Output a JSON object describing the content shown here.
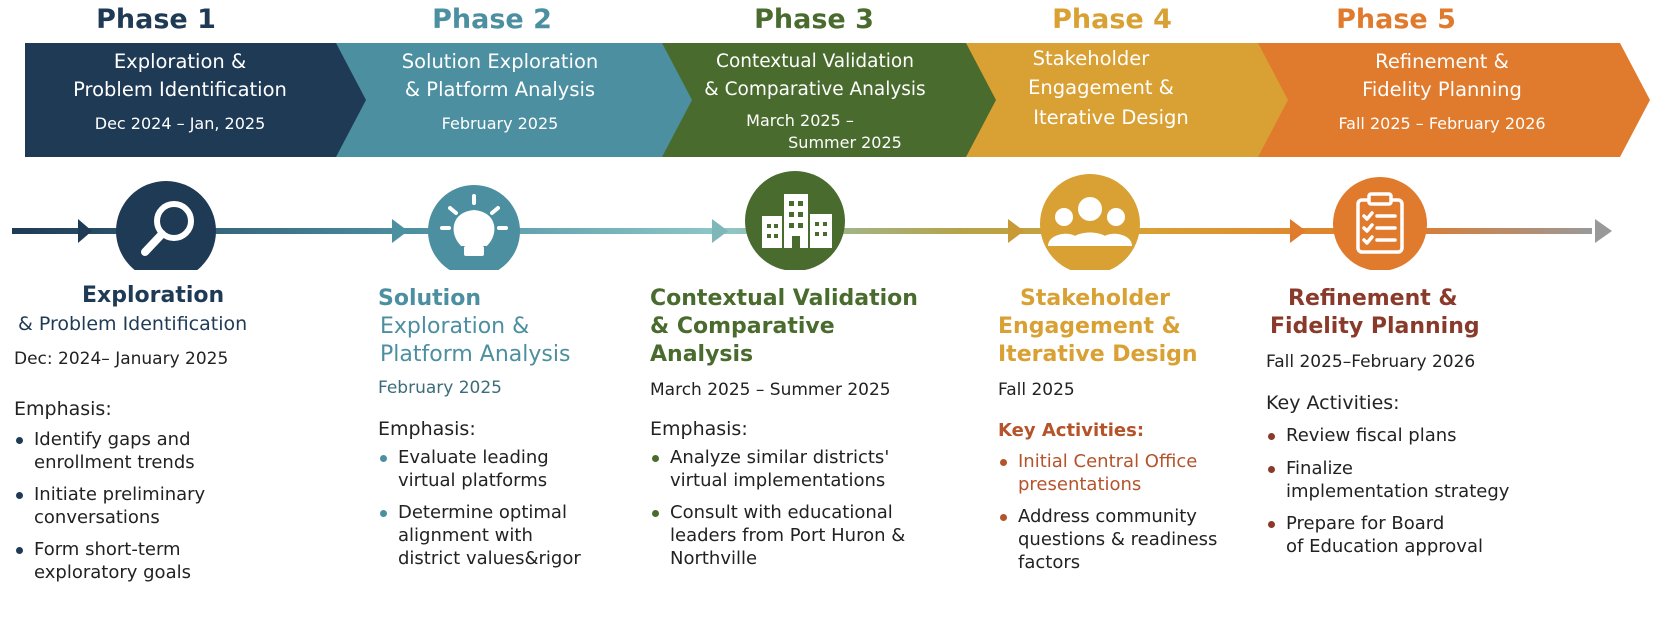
{
  "colors": {
    "phase1": "#1f3a55",
    "phase2": "#4c8fa0",
    "phase3": "#4a6b2e",
    "phase4": "#d9a033",
    "phase5": "#e07a2c"
  },
  "phases": [
    {
      "label": "Phase 1",
      "banner_title_lines": [
        "Exploration &",
        "Problem Identification"
      ],
      "banner_date_lines": [
        "Dec 2024 – Jan, 2025"
      ],
      "icon": "magnifier-icon",
      "title_lines": [
        "Exploration",
        "& Problem Identification"
      ],
      "date": "Dec: 2024– January 2025",
      "heading": "Emphasis:",
      "items": [
        [
          "Identify gaps and",
          "enrollment trends"
        ],
        [
          "Initiate preliminary",
          "conversations"
        ],
        [
          "Form short-term",
          "exploratory goals"
        ]
      ]
    },
    {
      "label": "Phase 2",
      "banner_title_lines": [
        "Solution Exploration",
        "& Platform Analysis"
      ],
      "banner_date_lines": [
        "February 2025"
      ],
      "icon": "lightbulb-icon",
      "title_lines": [
        "Solution",
        "Exploration &",
        "Platform Analysis"
      ],
      "date": "February 2025",
      "heading": "Emphasis:",
      "items": [
        [
          "Evaluate leading",
          "virtual platforms"
        ],
        [
          "Determine optimal",
          "alignment with",
          "district values&rigor"
        ]
      ]
    },
    {
      "label": "Phase 3",
      "banner_title_lines": [
        "Contextual Validation",
        "& Comparative Analysis"
      ],
      "banner_date_lines": [
        "March 2025 –",
        "Summer 2025"
      ],
      "icon": "buildings-icon",
      "title_lines": [
        "Contextual Validation",
        "& Comparative",
        "Analysis"
      ],
      "date": "March 2025 – Summer 2025",
      "heading": "Emphasis:",
      "items": [
        [
          "Analyze similar districts'",
          "virtual implementations"
        ],
        [
          "Consult with educational",
          "leaders from Port Huron &",
          "Northville"
        ]
      ]
    },
    {
      "label": "Phase 4",
      "banner_title_lines": [
        "Stakeholder",
        "Engagement &",
        "Iterative Design"
      ],
      "banner_date_lines": [],
      "icon": "people-icon",
      "title_lines": [
        "Stakeholder",
        "Engagement &",
        "Iterative Design"
      ],
      "date": "Fall 2025",
      "heading": "Key Activities:",
      "items": [
        [
          "Initial Central Office",
          "presentations"
        ],
        [
          "Address community",
          "questions & readiness",
          "factors"
        ]
      ]
    },
    {
      "label": "Phase 5",
      "banner_title_lines": [
        "Refinement &",
        "Fidelity Planning"
      ],
      "banner_date_lines": [
        "Fall 2025 – February 2026"
      ],
      "icon": "clipboard-checklist-icon",
      "title_lines": [
        "Refinement &",
        "Fidelity Planning"
      ],
      "date": "Fall 2025–February 2026",
      "heading": "Key Activities:",
      "items": [
        [
          "Review fiscal plans"
        ],
        [
          "Finalize",
          "implementation strategy"
        ],
        [
          "Prepare for Board",
          "of Education approval"
        ]
      ]
    }
  ]
}
